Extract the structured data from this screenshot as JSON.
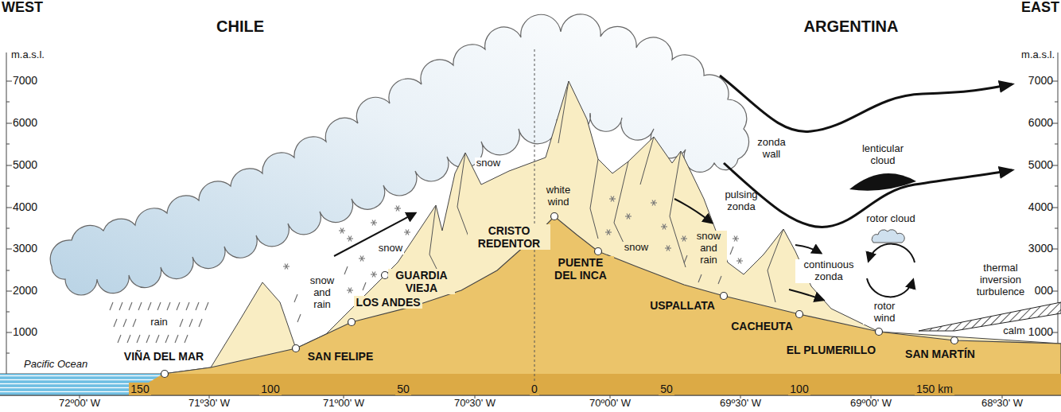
{
  "diagram": {
    "labels": [
      "WEST",
      "EAST",
      "CHILE",
      "ARGENTINA",
      "m.a.s.l.",
      "m.a.s.l.",
      "7000",
      "6000",
      "5000",
      "4000",
      "3000",
      "2000",
      "1000",
      "7000",
      "6000",
      "5000",
      "4000",
      "3000",
      "2000",
      "1000",
      "snow",
      "zonda wall",
      "lenticular cloud",
      "white wind",
      "pulsing zonda",
      "rotor cloud",
      "CRISTO REDENTOR",
      "snow",
      "snow",
      "snow and rain",
      "PUENTE DEL INCA",
      "continuous zonda",
      "thermal inversion turbulence",
      "snow and rain",
      "GUARDIA VIEJA",
      "LOS ANDES",
      "USPALLATA",
      "rotor wind",
      "rain",
      "CACHEUTA",
      "calm",
      "EL PLUMERILLO",
      "SAN MARTÍN",
      "VIÑA DEL MAR",
      "SAN FELIPE",
      "Pacific Ocean",
      "150",
      "100",
      "50",
      "0",
      "50",
      "100",
      "150 km",
      "72º00' W",
      "71º30' W",
      "71º00' W",
      "70º30' W",
      "70º00' W",
      "69º30' W",
      "69º00' W",
      "68º30' W"
    ]
  }
}
